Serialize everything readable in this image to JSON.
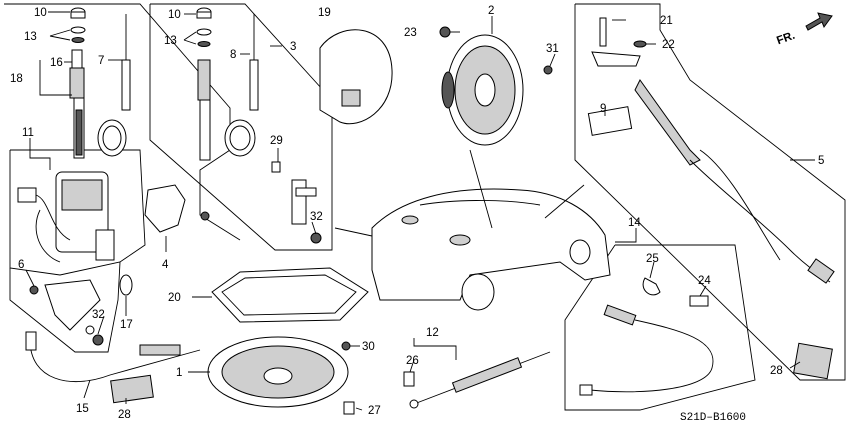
{
  "diagram": {
    "code": "S21D–B1600",
    "direction_label": "FR.",
    "callouts": [
      "10",
      "13",
      "16",
      "18",
      "7",
      "10",
      "13",
      "8",
      "3",
      "19",
      "23",
      "2",
      "31",
      "21",
      "22",
      "11",
      "29",
      "32",
      "9",
      "5",
      "6",
      "4",
      "14",
      "25",
      "24",
      "20",
      "17",
      "32",
      "30",
      "12",
      "26",
      "1",
      "15",
      "28",
      "27",
      "28"
    ]
  },
  "icons": [
    "arrow-icon"
  ]
}
